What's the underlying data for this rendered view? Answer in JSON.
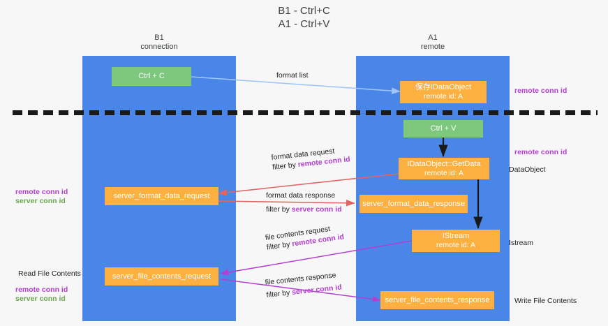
{
  "title": "B1 - Ctrl+C\nA1 - Ctrl+V",
  "columns": [
    {
      "name": "b1",
      "label": "B1\nconnection"
    },
    {
      "name": "a1",
      "label": "A1\nremote"
    }
  ],
  "nodes": [
    {
      "id": "ctrl-c",
      "lane": "b1",
      "kind": "green",
      "line1": "Ctrl + C",
      "line2": ""
    },
    {
      "id": "save-idataobject",
      "lane": "a1",
      "kind": "orange",
      "line1": "保存IDataObject",
      "line2": "remote id: A"
    },
    {
      "id": "ctrl-v",
      "lane": "a1",
      "kind": "green",
      "line1": "Ctrl + V",
      "line2": ""
    },
    {
      "id": "idataobject-getdata",
      "lane": "a1",
      "kind": "orange",
      "line1": "IDataObject::GetData",
      "line2": "remote id: A"
    },
    {
      "id": "server-format-data-request",
      "lane": "b1",
      "kind": "orange",
      "line1": "server_format_data_request",
      "line2": ""
    },
    {
      "id": "server-format-data-response",
      "lane": "a1",
      "kind": "orange",
      "line1": "server_format_data_response",
      "line2": ""
    },
    {
      "id": "istream",
      "lane": "a1",
      "kind": "orange",
      "line1": "IStream",
      "line2": "remote id: A"
    },
    {
      "id": "server-file-contents-request",
      "lane": "b1",
      "kind": "orange",
      "line1": "server_file_contents_request",
      "line2": ""
    },
    {
      "id": "server-file-contents-response",
      "lane": "a1",
      "kind": "orange",
      "line1": "server_file_contents_response",
      "line2": ""
    }
  ],
  "edge_labels": [
    {
      "id": "format-list",
      "line1": "format list",
      "line2": "",
      "highlight": ""
    },
    {
      "id": "format-data-request",
      "line1": "format data request",
      "line2": "filter by ",
      "highlight": "remote conn id"
    },
    {
      "id": "format-data-response",
      "line1": "format data response",
      "line2": "filter by ",
      "highlight": "server conn id"
    },
    {
      "id": "file-contents-request",
      "line1": "file contents request",
      "line2": "filter by ",
      "highlight": "remote conn id"
    },
    {
      "id": "file-contents-response",
      "line1": "file contents response",
      "line2": "filter by ",
      "highlight": "server conn id"
    }
  ],
  "right_notes": [
    {
      "id": "right-remote-1",
      "text": "remote conn id",
      "style": "remote"
    },
    {
      "id": "right-remote-2",
      "text": "remote conn id",
      "style": "remote"
    },
    {
      "id": "right-dataobject",
      "text": "DataObject",
      "style": "plain"
    },
    {
      "id": "right-istream",
      "text": "Istream",
      "style": "plain"
    },
    {
      "id": "right-write-file",
      "text": "Write File Contents",
      "style": "plain"
    }
  ],
  "left_notes": [
    {
      "id": "left-remote-1",
      "text": "remote conn id",
      "style": "remote"
    },
    {
      "id": "left-server-1",
      "text": "server conn id",
      "style": "server"
    },
    {
      "id": "left-read-file",
      "text": "Read File Contents",
      "style": "plain"
    },
    {
      "id": "left-remote-2",
      "text": "remote conn id",
      "style": "remote"
    },
    {
      "id": "left-server-2",
      "text": "server conn id",
      "style": "server"
    }
  ],
  "colors": {
    "lane": "#4a86e8",
    "node_green": "#7ec87e",
    "node_orange": "#fbb040",
    "remote_conn": "#b23fd0",
    "server_conn": "#6aa84f",
    "arrow_blue": "#9fc5f8",
    "arrow_red": "#e06666",
    "arrow_magenta": "#b23fd0",
    "arrow_black": "#1a1a1a",
    "background": "#f7f7f7"
  }
}
